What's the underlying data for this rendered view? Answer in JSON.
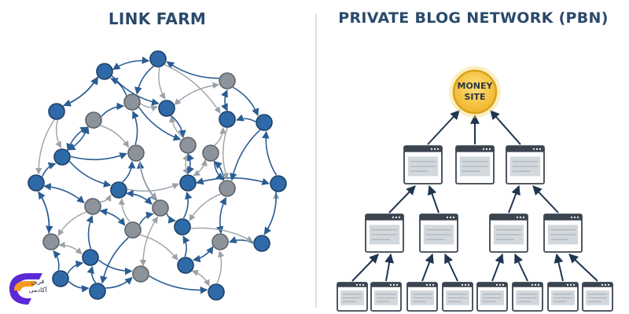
{
  "titles": {
    "link_farm": "LINK FARM",
    "pbn": "PRIVATE BLOG NETWORK (PBN)"
  },
  "money_site": {
    "line1": "MONEY",
    "line2": "SITE"
  },
  "brand": {
    "line1": "فرین",
    "line2": "آکادمی"
  },
  "colors": {
    "title": "#2a4a6b",
    "node_blue": "#2f6aa8",
    "node_blue_stroke": "#1d3f66",
    "node_gray": "#8c939b",
    "node_gray_stroke": "#5d6369",
    "edge_blue": "#2a5d92",
    "edge_gray": "#9aa1a8",
    "money_fill": "#f6c53a",
    "money_stroke": "#d9a21b",
    "page_frame": "#3b4550",
    "page_body": "#d3d8dd",
    "divider": "#cfd3d7",
    "brand_purple": "#5b2ad6",
    "brand_orange": "#f59a23"
  }
}
